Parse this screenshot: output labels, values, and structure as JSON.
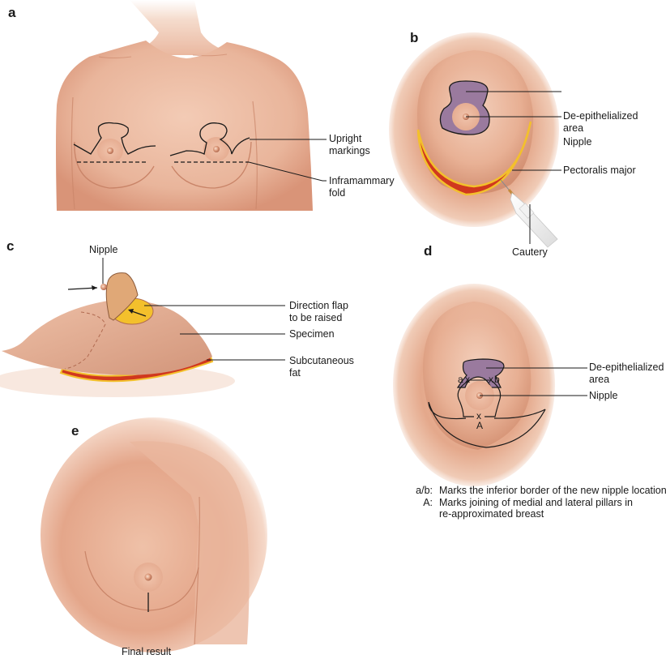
{
  "figure": {
    "title": "Breast reduction procedure illustration",
    "colors": {
      "skin_light": "#f6dccd",
      "skin_mid": "#e5ae94",
      "skin_dark": "#c98468",
      "de_epithelialized": "#9a7a9e",
      "muscle": "#d0381e",
      "fat": "#f3c02c",
      "outline": "#1a1a1a"
    }
  },
  "panels": {
    "a": {
      "letter": "a",
      "labels": {
        "upright_markings": [
          "Upright",
          "markings"
        ],
        "inframammary_fold": [
          "Inframammary",
          "fold"
        ]
      }
    },
    "b": {
      "letter": "b",
      "labels": {
        "de_epithelialized": [
          "De-epithelialized",
          "area"
        ],
        "nipple": "Nipple",
        "pectoralis": "Pectoralis major",
        "cautery": "Cautery"
      }
    },
    "c": {
      "letter": "c",
      "labels": {
        "nipple": "Nipple",
        "direction_flap": [
          "Direction flap",
          "to be raised"
        ],
        "specimen": "Specimen",
        "subcutaneous_fat": [
          "Subcutaneous",
          "fat"
        ]
      }
    },
    "d": {
      "letter": "d",
      "labels": {
        "de_epithelialized": [
          "De-epithelialized",
          "area"
        ],
        "nipple": "Nipple"
      },
      "marks": {
        "a": "a",
        "b": "b",
        "x": "x",
        "A": "A"
      },
      "legend": [
        {
          "key": "a/b:",
          "text": "Marks the inferior border of the new nipple location"
        },
        {
          "key": "A:",
          "text": "Marks joining of medial and lateral pillars in re-approximated breast"
        }
      ]
    },
    "e": {
      "letter": "e",
      "caption": "Final result"
    }
  }
}
